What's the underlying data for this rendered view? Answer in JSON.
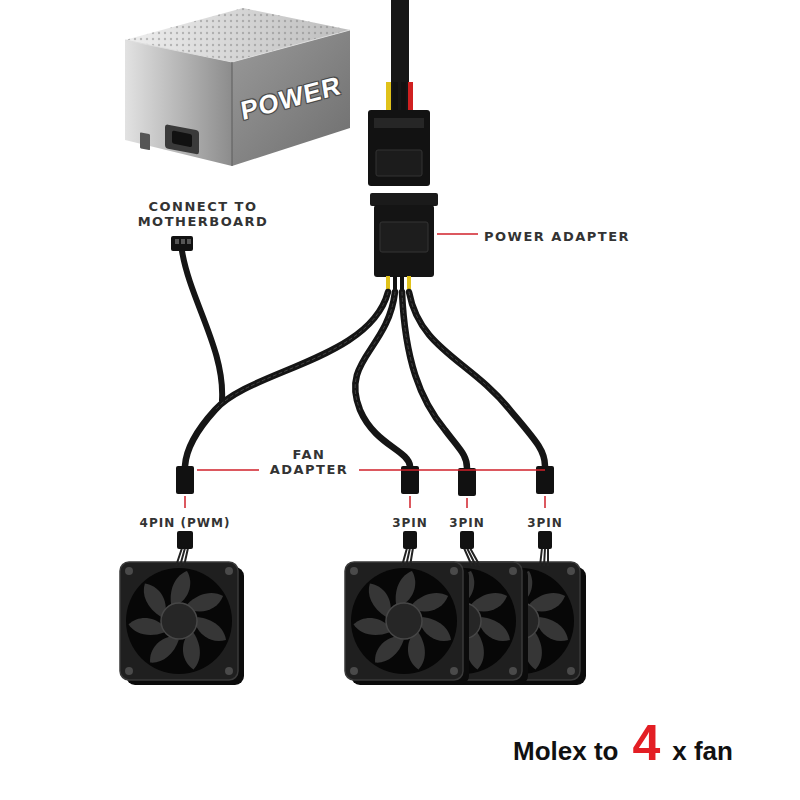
{
  "diagram": {
    "nodes": [
      {
        "text": [
          "POWER"
        ]
      }
    ],
    "labels": [
      "CONNECT TO MOTHERBOARD",
      "POWER ADAPTER",
      "FAN ADAPTER",
      "4PIN (PWM)",
      "3PIN",
      "3PIN",
      "3PIN",
      "Molex to",
      "4",
      "x fan"
    ]
  }
}
